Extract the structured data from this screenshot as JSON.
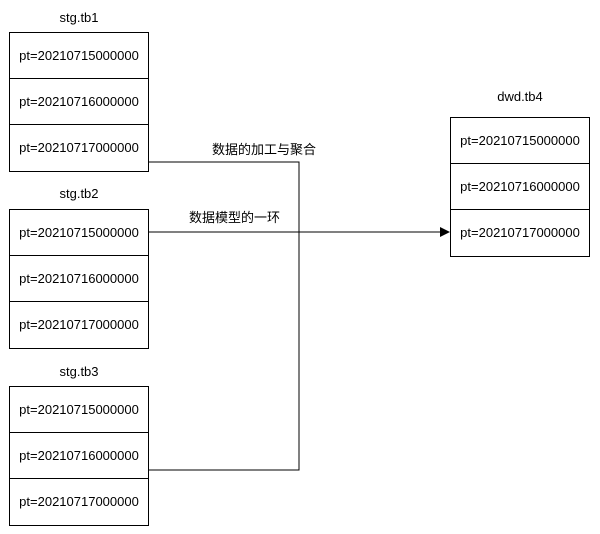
{
  "tables": [
    {
      "name": "stg.tb1",
      "partitions": [
        "pt=20210715000000",
        "pt=20210716000000",
        "pt=20210717000000"
      ]
    },
    {
      "name": "stg.tb2",
      "partitions": [
        "pt=20210715000000",
        "pt=20210716000000",
        "pt=20210717000000"
      ]
    },
    {
      "name": "stg.tb3",
      "partitions": [
        "pt=20210715000000",
        "pt=20210716000000",
        "pt=20210717000000"
      ]
    },
    {
      "name": "dwd.tb4",
      "partitions": [
        "pt=20210715000000",
        "pt=20210716000000",
        "pt=20210717000000"
      ]
    }
  ],
  "labels": {
    "aggregation": "数据的加工与聚合",
    "model_link": "数据模型的一环"
  }
}
